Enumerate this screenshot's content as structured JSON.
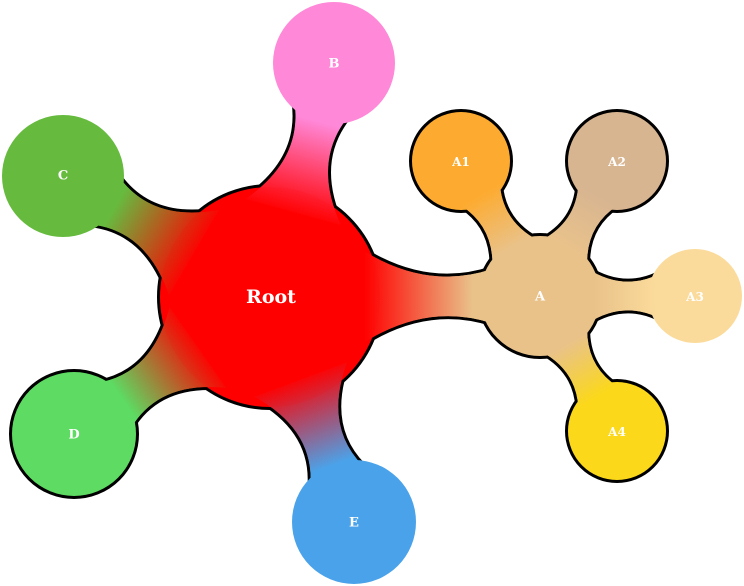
{
  "nodes": {
    "root": {
      "label": "Root",
      "color": "#ff0000"
    },
    "b": {
      "label": "B",
      "color": "#ff88d8"
    },
    "c": {
      "label": "C",
      "color": "#66bb3f"
    },
    "d": {
      "label": "D",
      "color": "#5ddb62"
    },
    "e": {
      "label": "E",
      "color": "#4aa3ea"
    },
    "a": {
      "label": "A",
      "color": "#e9c28a"
    },
    "a1": {
      "label": "A1",
      "color": "#fdab30"
    },
    "a2": {
      "label": "A2",
      "color": "#d8b591"
    },
    "a3": {
      "label": "A3",
      "color": "#fbdb9b"
    },
    "a4": {
      "label": "A4",
      "color": "#fbd81a"
    }
  }
}
